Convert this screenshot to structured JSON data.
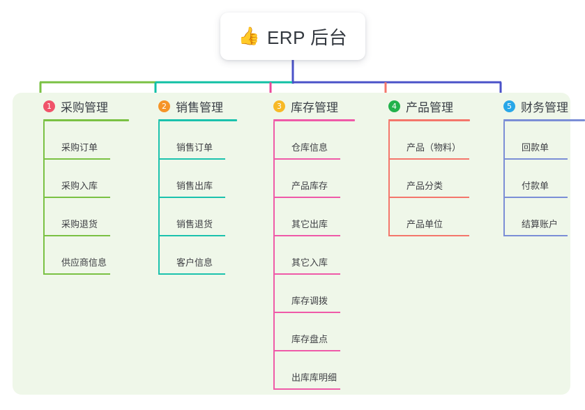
{
  "root": {
    "icon": "thumbs-up-icon",
    "icon_glyph": "👍",
    "title": "ERP 后台"
  },
  "panel": {
    "background": "#eff7e9"
  },
  "connector_colors": {
    "stem": "#4a52c8",
    "bus_left": "#7ac143",
    "bus_mid": "#11c0a5",
    "bus_right": "#4a52c8",
    "drop_1": "#7ac143",
    "drop_2": "#11c0a5",
    "drop_3": "#ec4899",
    "drop_4": "#f4766b",
    "drop_5": "#4a52c8"
  },
  "columns": [
    {
      "number": "1",
      "title": "采购管理",
      "badge_color": "#f0536a",
      "line_color": "#7ac143",
      "rule_width": 123,
      "leaf_rule_width": 96,
      "items": [
        {
          "label": "采购订单"
        },
        {
          "label": "采购入库"
        },
        {
          "label": "采购退货"
        },
        {
          "label": "供应商信息"
        }
      ]
    },
    {
      "number": "2",
      "title": "销售管理",
      "badge_color": "#f59428",
      "line_color": "#1bc2ad",
      "rule_width": 113,
      "leaf_rule_width": 96,
      "items": [
        {
          "label": "销售订单"
        },
        {
          "label": "销售出库"
        },
        {
          "label": "销售退货"
        },
        {
          "label": "客户信息"
        }
      ]
    },
    {
      "number": "3",
      "title": "库存管理",
      "badge_color": "#f7b926",
      "line_color": "#ef5aa8",
      "rule_width": 117,
      "leaf_rule_width": 96,
      "items": [
        {
          "label": "仓库信息"
        },
        {
          "label": "产品库存"
        },
        {
          "label": "其它出库"
        },
        {
          "label": "其它入库"
        },
        {
          "label": "库存调拨"
        },
        {
          "label": "库存盘点"
        },
        {
          "label": "出库库明细"
        }
      ]
    },
    {
      "number": "4",
      "title": "产品管理",
      "badge_color": "#22b24c",
      "line_color": "#f4766b",
      "rule_width": 117,
      "leaf_rule_width": 116,
      "items": [
        {
          "label": "产品（物料）"
        },
        {
          "label": "产品分类"
        },
        {
          "label": "产品单位"
        }
      ]
    },
    {
      "number": "5",
      "title": "财务管理",
      "badge_color": "#28a7e8",
      "line_color": "#7b8ed6",
      "rule_width": 117,
      "leaf_rule_width": 92,
      "items": [
        {
          "label": "回款单"
        },
        {
          "label": "付款单"
        },
        {
          "label": "结算账户"
        }
      ]
    }
  ]
}
